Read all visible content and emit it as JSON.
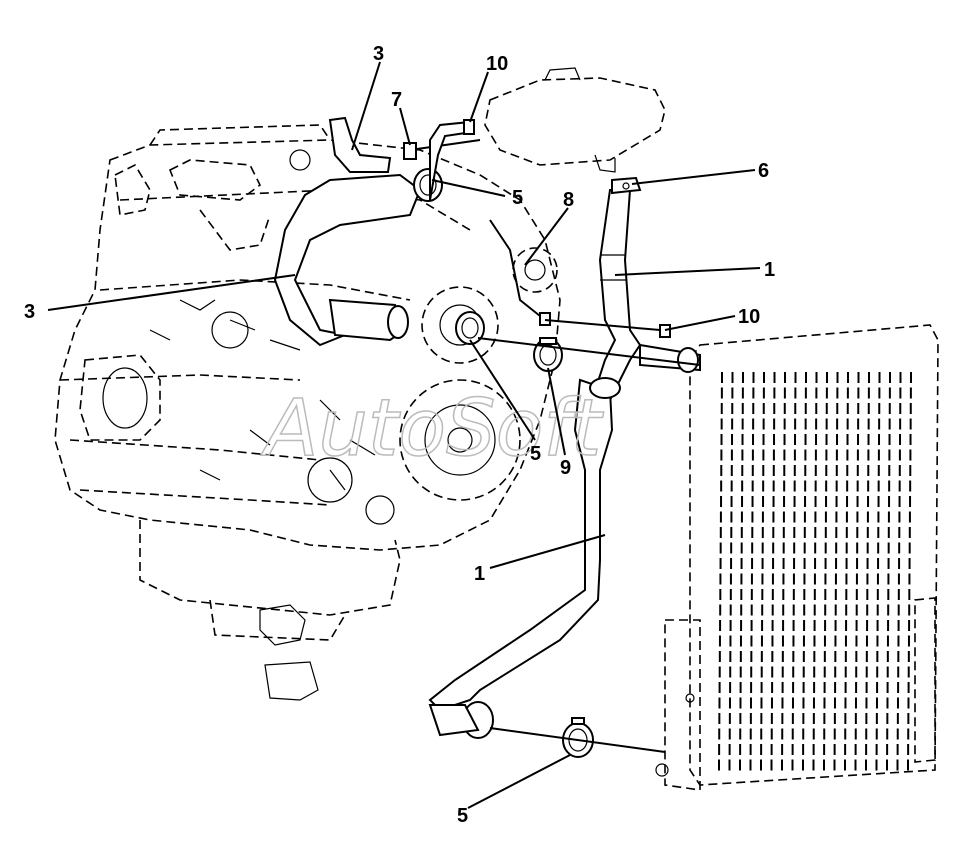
{
  "diagram": {
    "watermark": "AutoSoft",
    "callouts": [
      {
        "id": "c3a",
        "label": "3"
      },
      {
        "id": "c10a",
        "label": "10"
      },
      {
        "id": "c7",
        "label": "7"
      },
      {
        "id": "c6",
        "label": "6"
      },
      {
        "id": "c5a",
        "label": "5"
      },
      {
        "id": "c8",
        "label": "8"
      },
      {
        "id": "c1a",
        "label": "1"
      },
      {
        "id": "c3b",
        "label": "3"
      },
      {
        "id": "c10b",
        "label": "10"
      },
      {
        "id": "c5b",
        "label": "5"
      },
      {
        "id": "c9",
        "label": "9"
      },
      {
        "id": "c1b",
        "label": "1"
      },
      {
        "id": "c5c",
        "label": "5"
      }
    ]
  }
}
